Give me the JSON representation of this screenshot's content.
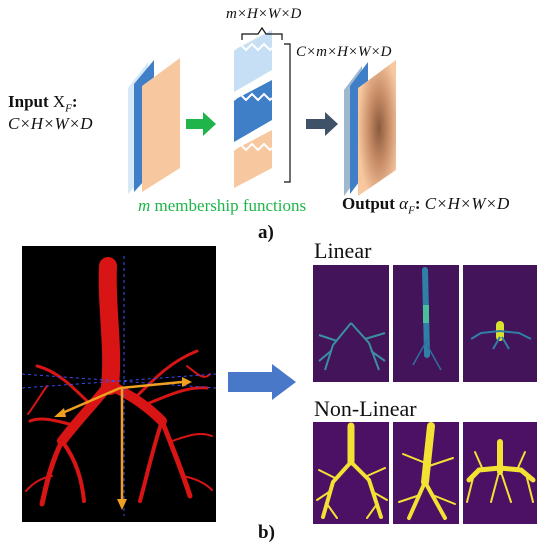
{
  "panel_a": {
    "label": "a)",
    "input": {
      "prefix": "Input",
      "var": "X",
      "sub": "F",
      "colon": ":",
      "dims": "C×H×W×D"
    },
    "top_dims": "m×H×W×D",
    "right_dims": "C×m×H×W×D",
    "membership": {
      "m": "m",
      "text": "membership functions"
    },
    "output": {
      "prefix": "Output",
      "var": "α",
      "sub": "F",
      "colon": ":",
      "dims": "C×H×W×D"
    },
    "colors": {
      "orange": "#f7c7a0",
      "blue": "#3f7fc8",
      "light_blue": "#c7dff4",
      "green": "#1fb54a",
      "dark_arrow": "#3f5268"
    }
  },
  "panel_b": {
    "label": "b)",
    "linear_title": "Linear",
    "nonlinear_title": "Non-Linear",
    "colors": {
      "airway": "#d81414",
      "heatmap_bg": "#43145a",
      "mask_bg": "#4c1164",
      "mask_fg": "#f2e233",
      "arrow": "#4a78c8"
    }
  }
}
